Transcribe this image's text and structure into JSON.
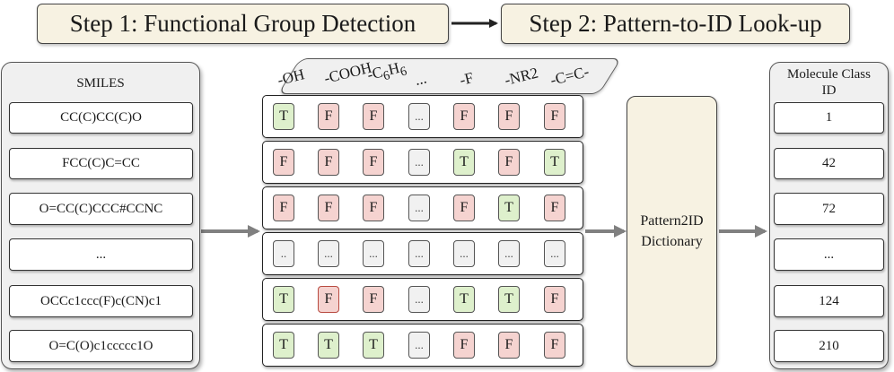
{
  "steps": {
    "step1": "Step 1: Functional Group Detection",
    "step2": "Step 2: Pattern-to-ID Look-up"
  },
  "smiles_panel": {
    "title": "SMILES",
    "items": [
      "CC(C)CC(C)O",
      "FCC(C)C=CC",
      "O=CC(C)CCC#CCNC",
      "...",
      "OCCc1ccc(F)c(CN)c1",
      "O=C(O)c1ccccc1O"
    ]
  },
  "functional_groups": {
    "oh": "-OH",
    "cooh": "-COOH",
    "c6h6_prefix": "-C",
    "c6h6_sub1": "6",
    "c6h6_mid": "H",
    "c6h6_sub2": "6",
    "ellipsis": "...",
    "f": "-F",
    "nr2": "-NR2",
    "cc": "-C=C-"
  },
  "matrix": {
    "rows": [
      [
        "T",
        "F",
        "F",
        "...",
        "F",
        "F",
        "F"
      ],
      [
        "F",
        "F",
        "F",
        "...",
        "T",
        "F",
        "T"
      ],
      [
        "F",
        "F",
        "F",
        "...",
        "F",
        "T",
        "F"
      ],
      [
        "..",
        "...",
        "...",
        "...",
        "...",
        "...",
        "..."
      ],
      [
        "T",
        "F",
        "F",
        "...",
        "T",
        "T",
        "F"
      ],
      [
        "T",
        "T",
        "T",
        "...",
        "F",
        "F",
        "F"
      ]
    ]
  },
  "dictionary": {
    "line1": "Pattern2ID",
    "line2": "Dictionary"
  },
  "id_panel": {
    "title_line1": "Molecule Class",
    "title_line2": "ID",
    "items": [
      "1",
      "42",
      "72",
      "...",
      "124",
      "210"
    ]
  },
  "colors": {
    "true_fill": "#def0cc",
    "false_fill": "#f5d3d0",
    "ellipsis_fill": "#f1f1f1",
    "step_fill": "#f7f2e2",
    "panel_fill": "#f0f0f0",
    "arrow": "#808080"
  }
}
